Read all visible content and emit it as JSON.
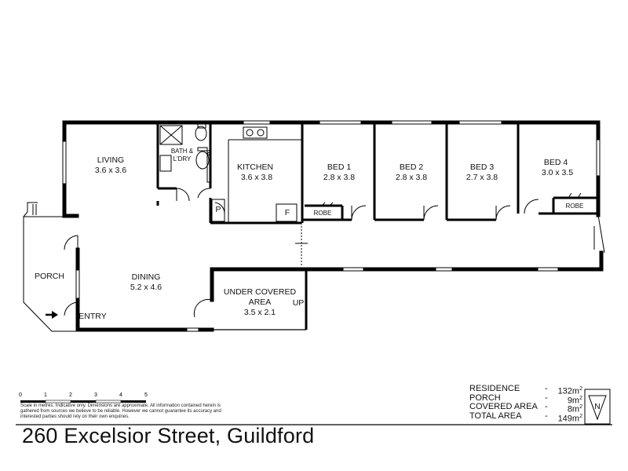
{
  "rooms": {
    "living": {
      "name": "LIVING",
      "dims": "3.6 x 3.6"
    },
    "bath": {
      "name": "BATH &",
      "name2": "L'DRY"
    },
    "kitchen": {
      "name": "KITCHEN",
      "dims": "3.6 x 3.8"
    },
    "bed1": {
      "name": "BED 1",
      "dims": "2.8 x 3.8"
    },
    "bed2": {
      "name": "BED 2",
      "dims": "2.8 x 3.8"
    },
    "bed3": {
      "name": "BED 3",
      "dims": "2.7 x 3.8"
    },
    "bed4": {
      "name": "BED 4",
      "dims": "3.0 x 3.5"
    },
    "porch": {
      "name": "PORCH"
    },
    "dining": {
      "name": "DINING",
      "dims": "5.2 x 4.6"
    },
    "covered": {
      "name": "UNDER COVERED",
      "name2": "AREA",
      "dims": "3.5 x 2.1"
    },
    "entry": {
      "name": "ENTRY"
    }
  },
  "fixtures": {
    "robe1": "ROBE",
    "robe4": "ROBE",
    "pantry": "P",
    "fridge": "F",
    "up": "UP"
  },
  "scale": {
    "ticks": [
      "0",
      "1",
      "2",
      "3",
      "4",
      "5"
    ],
    "disclaimer": "Scale in metres. Indicative only. Dimensions are approximate. All information contained herein is gathered from sources we believe to be reliable. However we cannot guarantee its accuracy and interested parties should rely on their own enquiries."
  },
  "areas": [
    {
      "label": "RESIDENCE",
      "dash": "-",
      "value": "132m",
      "unit_sup": "2"
    },
    {
      "label": "PORCH",
      "dash": "-",
      "value": "9m",
      "unit_sup": "2"
    },
    {
      "label": "COVERED AREA",
      "dash": "-",
      "value": "8m",
      "unit_sup": "2"
    },
    {
      "label": "TOTAL AREA",
      "dash": "-",
      "value": "149m",
      "unit_sup": "2"
    }
  ],
  "compass": {
    "letter": "N"
  },
  "address": "260 Excelsior Street, Guildford"
}
